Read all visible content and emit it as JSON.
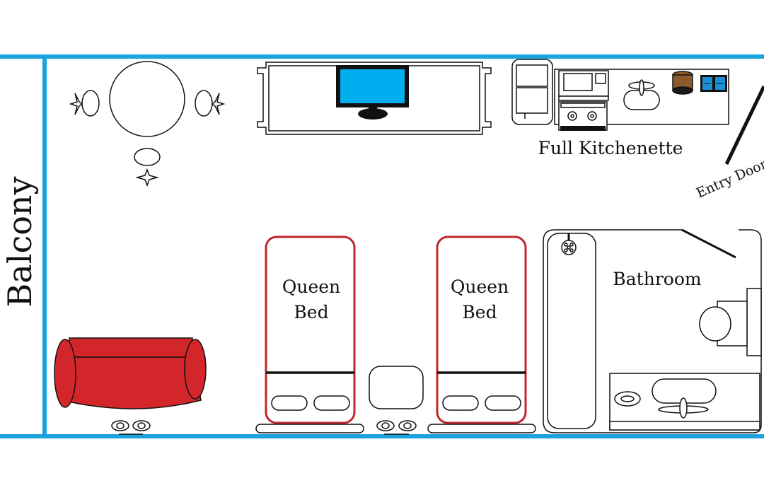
{
  "labels": {
    "balcony": "Balcony",
    "kitchenette": "Full Kitchenette",
    "entry_door": "Entry Door",
    "bathroom": "Bathroom",
    "bed1_line1": "Queen",
    "bed1_line2": "Bed",
    "bed2_line1": "Queen",
    "bed2_line2": "Bed"
  },
  "colors": {
    "walls": "#1aa3dc",
    "tv_screen": "#00aeef",
    "sofa": "#d2262b",
    "bed_outline": "#c0272d",
    "outline": "#111111",
    "kettle": "#8a5a28",
    "toaster_blue": "#1a8fd6"
  }
}
